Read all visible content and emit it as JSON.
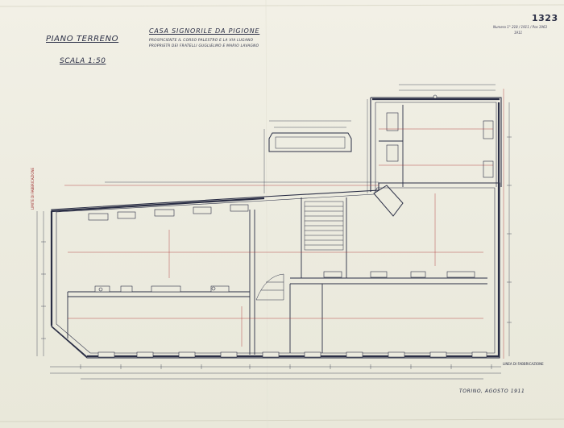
{
  "document": {
    "title": "PIANO TERRENO",
    "building": "CASA SIGNORILE DA PIGIONE",
    "subtitle_1": "PROSPICIENTE IL CORSO PALESTRO E LA VIA LUGANO",
    "subtitle_2": "PROPRIETÀ DEI FRATELLI GUGLIELMO E MARIO LAVAGNO",
    "scale": "SCALA 1:50",
    "archive_number": "1323",
    "archive_note": "Numero 1° 218 / 1911 / Pos 1963",
    "archive_note_2": "1911",
    "place_date": "TORINO, AGOSTO 1911",
    "left_boundary_label": "LIMITE DI FABBRICAZIONE",
    "right_boundary_label": "LINEA DI FABBRICAZIONE"
  },
  "colors": {
    "ink": "#2a2e45",
    "dimension_red": "#b23a3a",
    "paper": "#efede2"
  }
}
